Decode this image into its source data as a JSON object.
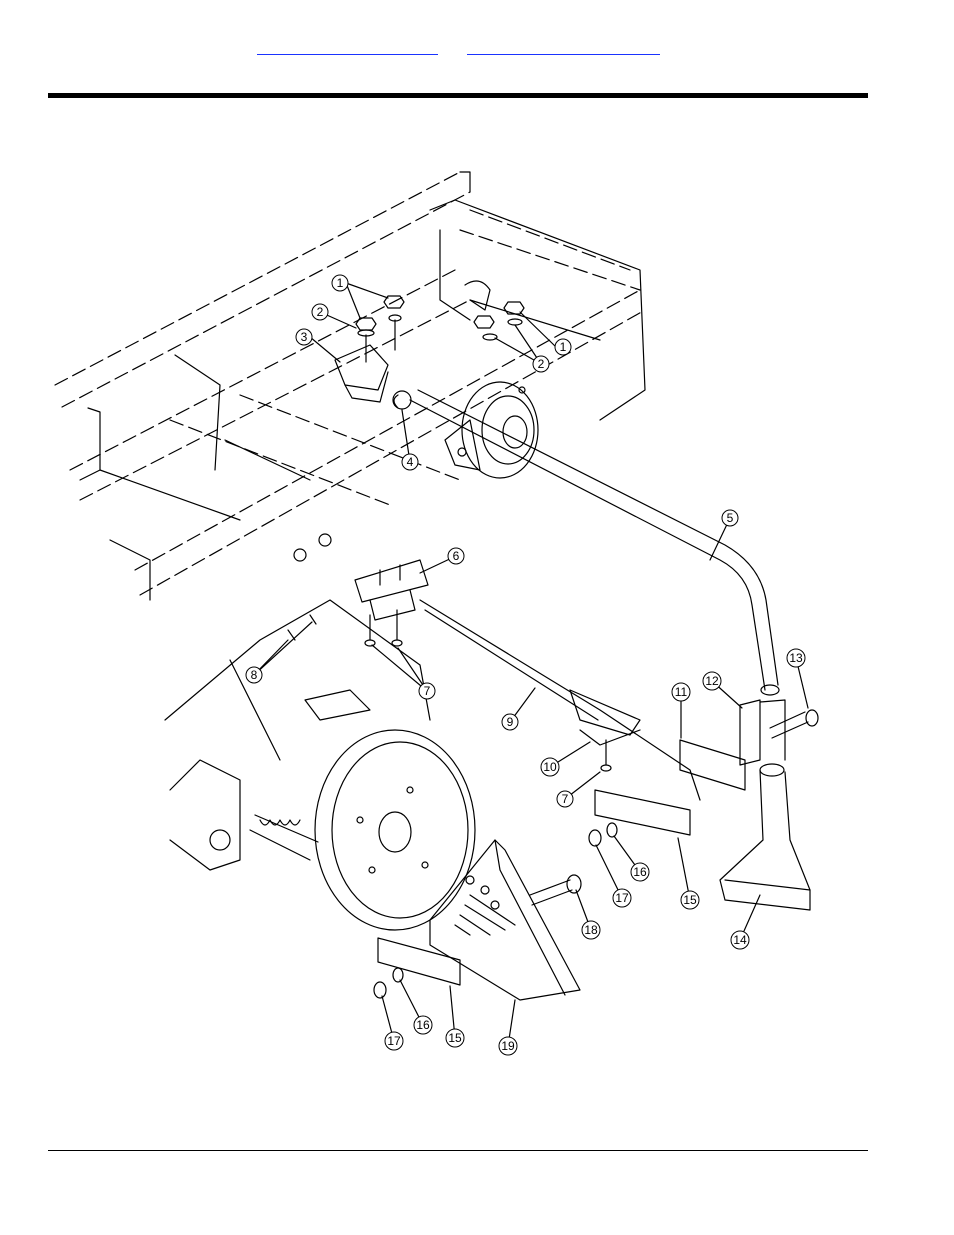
{
  "header": {
    "links": [
      {
        "id": "link-a",
        "label": ""
      },
      {
        "id": "link-b",
        "label": ""
      }
    ]
  },
  "callouts": [
    "1",
    "1",
    "2",
    "2",
    "3",
    "4",
    "5",
    "6",
    "7",
    "7",
    "8",
    "9",
    "10",
    "11",
    "12",
    "13",
    "14",
    "15",
    "15",
    "16",
    "16",
    "17",
    "17",
    "18",
    "19"
  ],
  "colors": {
    "ink": "#000000",
    "link": "#1a33ff",
    "paper": "#ffffff"
  }
}
